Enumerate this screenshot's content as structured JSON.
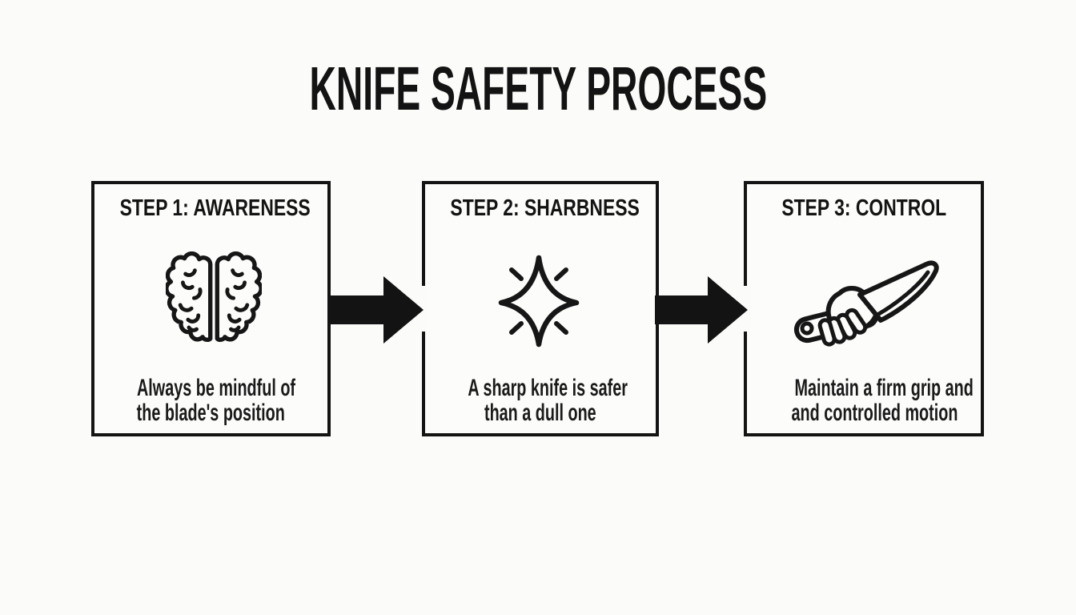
{
  "title": "KNIFE SAFETY PROCESS",
  "colors": {
    "ink": "#141414",
    "background": "#fbfbf9"
  },
  "flow": {
    "arrow_count": 2,
    "direction": "left-to-right"
  },
  "steps": [
    {
      "heading": "STEP 1: AWARENESS",
      "icon": "brain-icon",
      "lines": [
        "Always be mindful of",
        "the blade's position"
      ]
    },
    {
      "heading": "STEP 2: SHARBNESS",
      "icon": "sparkle-icon",
      "lines": [
        "A sharp knife is safer",
        "than a dull one"
      ]
    },
    {
      "heading": "STEP 3: CONTROL",
      "icon": "knife-grip-icon",
      "lines": [
        "Maintain a firm grip and",
        "and controlled motion"
      ]
    }
  ]
}
